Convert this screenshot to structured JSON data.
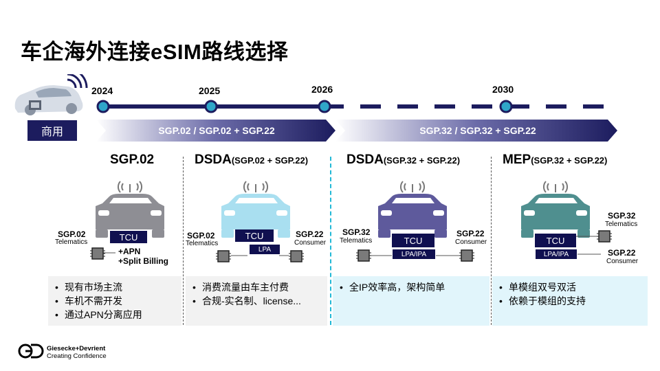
{
  "title": "车企海外连接eSIM路线选择",
  "timeline": {
    "years": [
      "2024",
      "2025",
      "2026",
      "2030"
    ]
  },
  "row_label": "商用",
  "arrows": [
    {
      "text": "SGP.02 / SGP.02 + SGP.22"
    },
    {
      "text": "SGP.32 / SGP.32 + SGP.22"
    }
  ],
  "columns": [
    {
      "title": "SGP.02",
      "title_suffix": "",
      "car_color": "#8e8e94",
      "tcu": "TCU",
      "left_sgp": "SGP.02",
      "left_sub": "Telematics",
      "extra_line1": "+APN",
      "extra_line2": "+Split Billing",
      "features": [
        "现有市场主流",
        "车机不需开发",
        "通过APN分离应用"
      ]
    },
    {
      "title": "DSDA",
      "title_suffix": "(SGP.02 + SGP.22)",
      "car_color": "#a9dff0",
      "tcu": "TCU",
      "lpa": "LPA",
      "left_sgp": "SGP.02",
      "left_sub": "Telematics",
      "right_sgp": "SGP.22",
      "right_sub": "Consumer",
      "features": [
        "消费流量由车主付费",
        "合规-实名制、license..."
      ]
    },
    {
      "title": "DSDA",
      "title_suffix": "(SGP.32 + SGP.22)",
      "car_color": "#5e5a9c",
      "tcu": "TCU",
      "lpa": "LPA/IPA",
      "left_sgp": "SGP.32",
      "left_sub": "Telematics",
      "right_sgp": "SGP.22",
      "right_sub": "Consumer",
      "features": [
        "全IP效率高，架构简单"
      ]
    },
    {
      "title": "MEP",
      "title_suffix": "(SGP.32 + SGP.22)",
      "car_color": "#4f8f8f",
      "tcu": "TCU",
      "lpa": "LPA/IPA",
      "top_sgp": "SGP.32",
      "top_sub": "Telematics",
      "bottom_sgp": "SGP.22",
      "bottom_sub": "Consumer",
      "features": [
        "单模组双号双活",
        "依赖于模组的支持"
      ]
    }
  ],
  "logo": {
    "line1": "Giesecke+Devrient",
    "line2": "Creating Confidence"
  },
  "colors": {
    "navy": "#1c1c5e",
    "timeline": "#1c1c5e",
    "node_fill": "#2fa6c9",
    "cyan_divider": "#21b8d6"
  }
}
